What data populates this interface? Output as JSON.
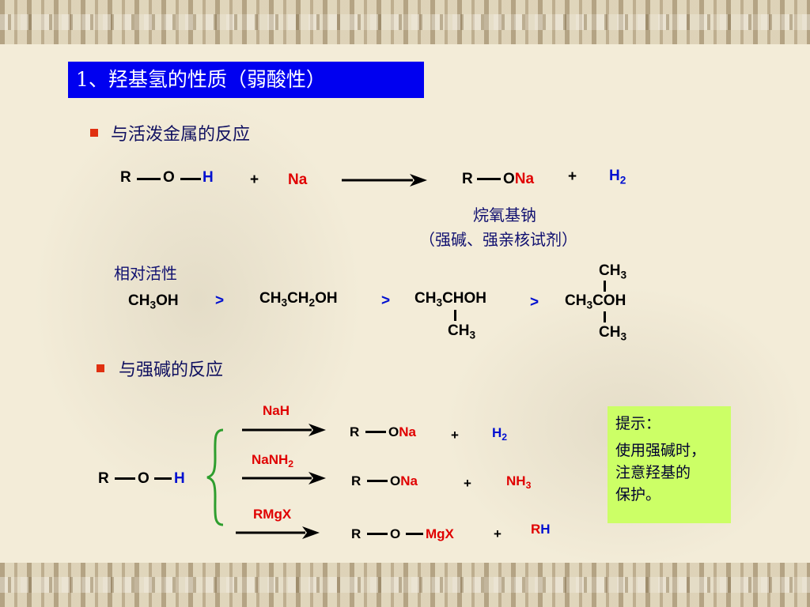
{
  "title": "1、羟基氢的性质（弱酸性）",
  "section1": {
    "heading": "与活泼金属的反应",
    "reactant": {
      "r": "R",
      "o": "O",
      "h": "H"
    },
    "plus1": "+",
    "reagent": "Na",
    "product": {
      "r": "R",
      "o": "O",
      "na": "Na"
    },
    "plus2": "+",
    "h2": {
      "h": "H",
      "sub": "2"
    },
    "product_name": "烷氧基钠",
    "product_desc": "（强碱、强亲核试剂）"
  },
  "activity": {
    "label": "相对活性",
    "gt": ">",
    "ch3oh": {
      "a": "CH",
      "s1": "3",
      "b": "OH"
    },
    "ethanol": {
      "a": "CH",
      "s1": "3",
      "b": "CH",
      "s2": "2",
      "c": "OH"
    },
    "isopropanol": {
      "a": "CH",
      "s1": "3",
      "b": "CHOH",
      "branch": "CH",
      "bs": "3"
    },
    "tbutanol": {
      "top": "CH",
      "ts": "3",
      "a": "CH",
      "s1": "3",
      "b": "COH",
      "bottom": "CH",
      "bs": "3"
    }
  },
  "section2": {
    "heading": "与强碱的反应",
    "reactant": {
      "r": "R",
      "o": "O",
      "h": "H"
    },
    "rows": [
      {
        "reagent": "NaH",
        "reagent_sub": "",
        "reagent_tail": "",
        "r": "R",
        "o": "O",
        "m": "Na",
        "plus": "+",
        "byproduct_a": "H",
        "byproduct_sub": "2",
        "byproduct_b": ""
      },
      {
        "reagent": "NaNH",
        "reagent_sub": "2",
        "reagent_tail": "",
        "r": "R",
        "o": "O",
        "m": "Na",
        "plus": "+",
        "byproduct_a": "NH",
        "byproduct_sub": "3",
        "byproduct_b": ""
      },
      {
        "reagent": "RMgX",
        "reagent_sub": "",
        "reagent_tail": "",
        "r": "R",
        "o": "O",
        "m": "MgX",
        "plus": "+",
        "byproduct_a": "R",
        "byproduct_sub": "",
        "byproduct_b": "H"
      }
    ]
  },
  "hint": {
    "title": "提示：",
    "lines": [
      "使用强碱时，",
      "注意羟基的",
      "保护。"
    ]
  },
  "colors": {
    "title_bg": "#0000f0",
    "bullet": "#e03010",
    "hint_bg": "#ccff66",
    "reagent_red": "#e00000",
    "accent_blue": "#0010d0",
    "brace_green": "#2e9e2e"
  }
}
